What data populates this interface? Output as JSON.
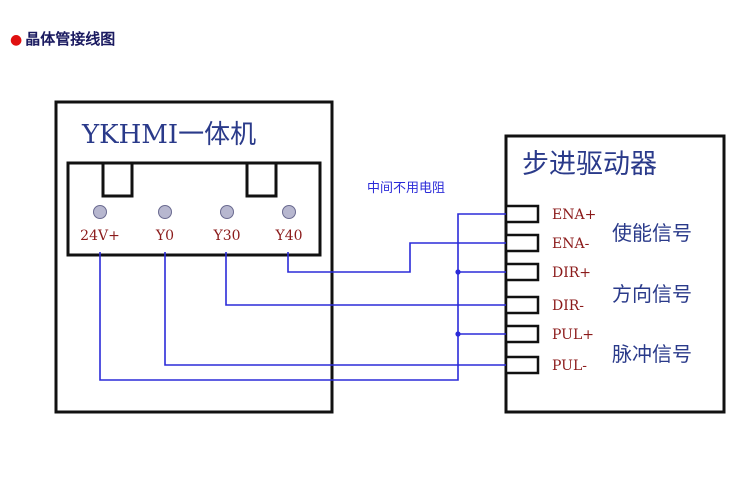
{
  "heading": {
    "bullet": "●",
    "title": "晶体管接线图"
  },
  "hmi": {
    "title": "YKHMI一体机",
    "terminals": [
      "24V+",
      "Y0",
      "Y30",
      "Y40"
    ]
  },
  "driver": {
    "title": "步进驱动器",
    "pins": [
      "ENA+",
      "ENA-",
      "DIR+",
      "DIR-",
      "PUL+",
      "PUL-"
    ],
    "groups": [
      "使能信号",
      "方向信号",
      "脉冲信号"
    ]
  },
  "note": "中间不用电阻",
  "colors": {
    "wire": "#2b2bd8",
    "note": "#2b2bd8",
    "text_red": "#8b1a1a",
    "title_blue": "#2a3a8a"
  }
}
